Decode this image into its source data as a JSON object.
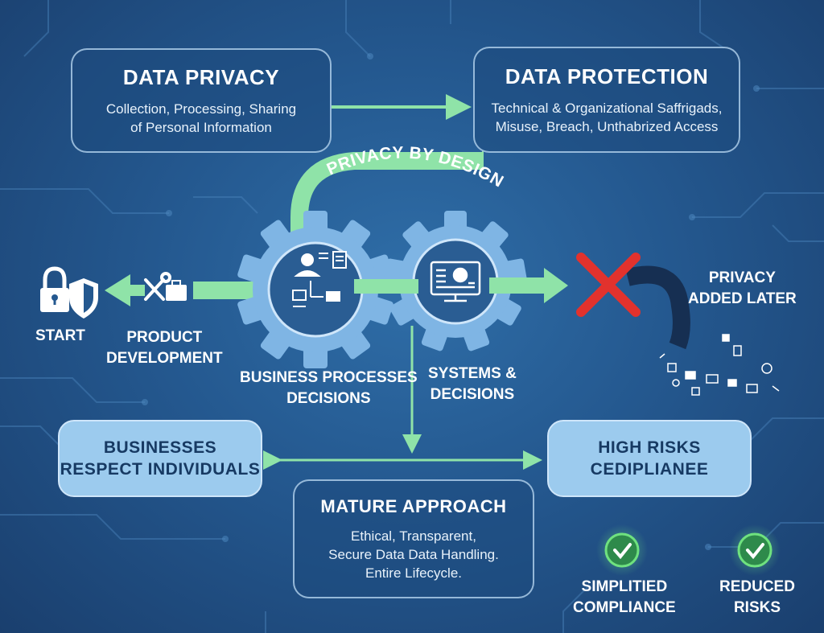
{
  "colors": {
    "arrow": "#8fe3a8",
    "gear": "#7fb5e4",
    "cross": "#e2322d",
    "check": "#52c46a"
  },
  "top_left": {
    "title": "DATA PRIVACY",
    "lines": [
      "Collection, Processing, Sharing",
      "of Personal Information"
    ]
  },
  "top_right": {
    "title": "DATA PROTECTION",
    "lines": [
      "Technical & Organizational Saffrigads,",
      "Misuse, Breach, Unthabrized Access"
    ]
  },
  "privacy_by_design": "PRIVACY BY DESIGN",
  "start_label": "START",
  "product_development": [
    "PRODUCT",
    "DEVELOPMENT"
  ],
  "gear_left_label": [
    "BUSINESS PROCESSES",
    "DECISIONS"
  ],
  "gear_right_label": [
    "SYSTEMS &",
    "DECISIONS"
  ],
  "privacy_added_later": [
    "PRIVACY",
    "ADDED LATER"
  ],
  "left_box": [
    "BUSINESSES",
    "RESPECT INDIVIDUALS"
  ],
  "right_box": [
    "HIGH RISKS",
    "CEDIPLIANEE"
  ],
  "bottom_box": {
    "title": "MATURE APPROACH",
    "lines": [
      "Ethical, Transparent,",
      "Secure Data Data Handling.",
      "Entire Lifecycle."
    ]
  },
  "outcomes": [
    {
      "icon": "check-circle-icon",
      "lines": [
        "SIMPLITIED",
        "COMPLIANCE"
      ]
    },
    {
      "icon": "check-circle-icon",
      "lines": [
        "REDUCED",
        "RISKS"
      ]
    }
  ],
  "icons": [
    "padlock-icon",
    "shield-icon",
    "tools-icon",
    "briefcase-icon",
    "person-document-icon",
    "monitor-profile-icon",
    "red-cross-icon"
  ]
}
